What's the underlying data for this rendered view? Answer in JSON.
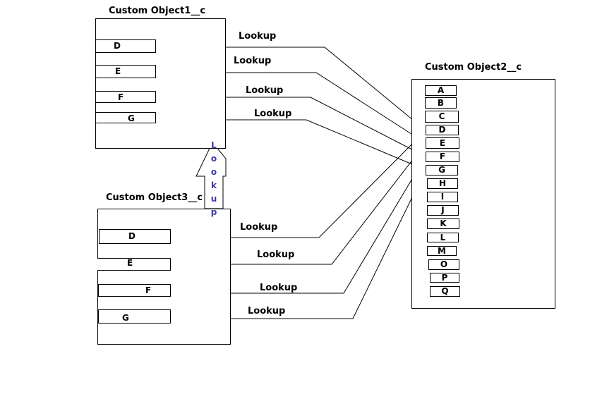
{
  "obj1": {
    "title": "Custom Object1__c",
    "fields": [
      "D",
      "E",
      "F",
      "G"
    ]
  },
  "obj2": {
    "title": "Custom Object2__c",
    "fields": [
      "A",
      "B",
      "C",
      "D",
      "E",
      "F",
      "G",
      "H",
      "I",
      "J",
      "K",
      "L",
      "M",
      "O",
      "P",
      "Q"
    ]
  },
  "obj3": {
    "title": "Custom Object3__c",
    "fields": [
      "D",
      "E",
      "F",
      "G"
    ]
  },
  "lookup_label": "Lookup",
  "arrow_label": [
    "L",
    "o",
    "o",
    "k",
    "u",
    "p"
  ]
}
